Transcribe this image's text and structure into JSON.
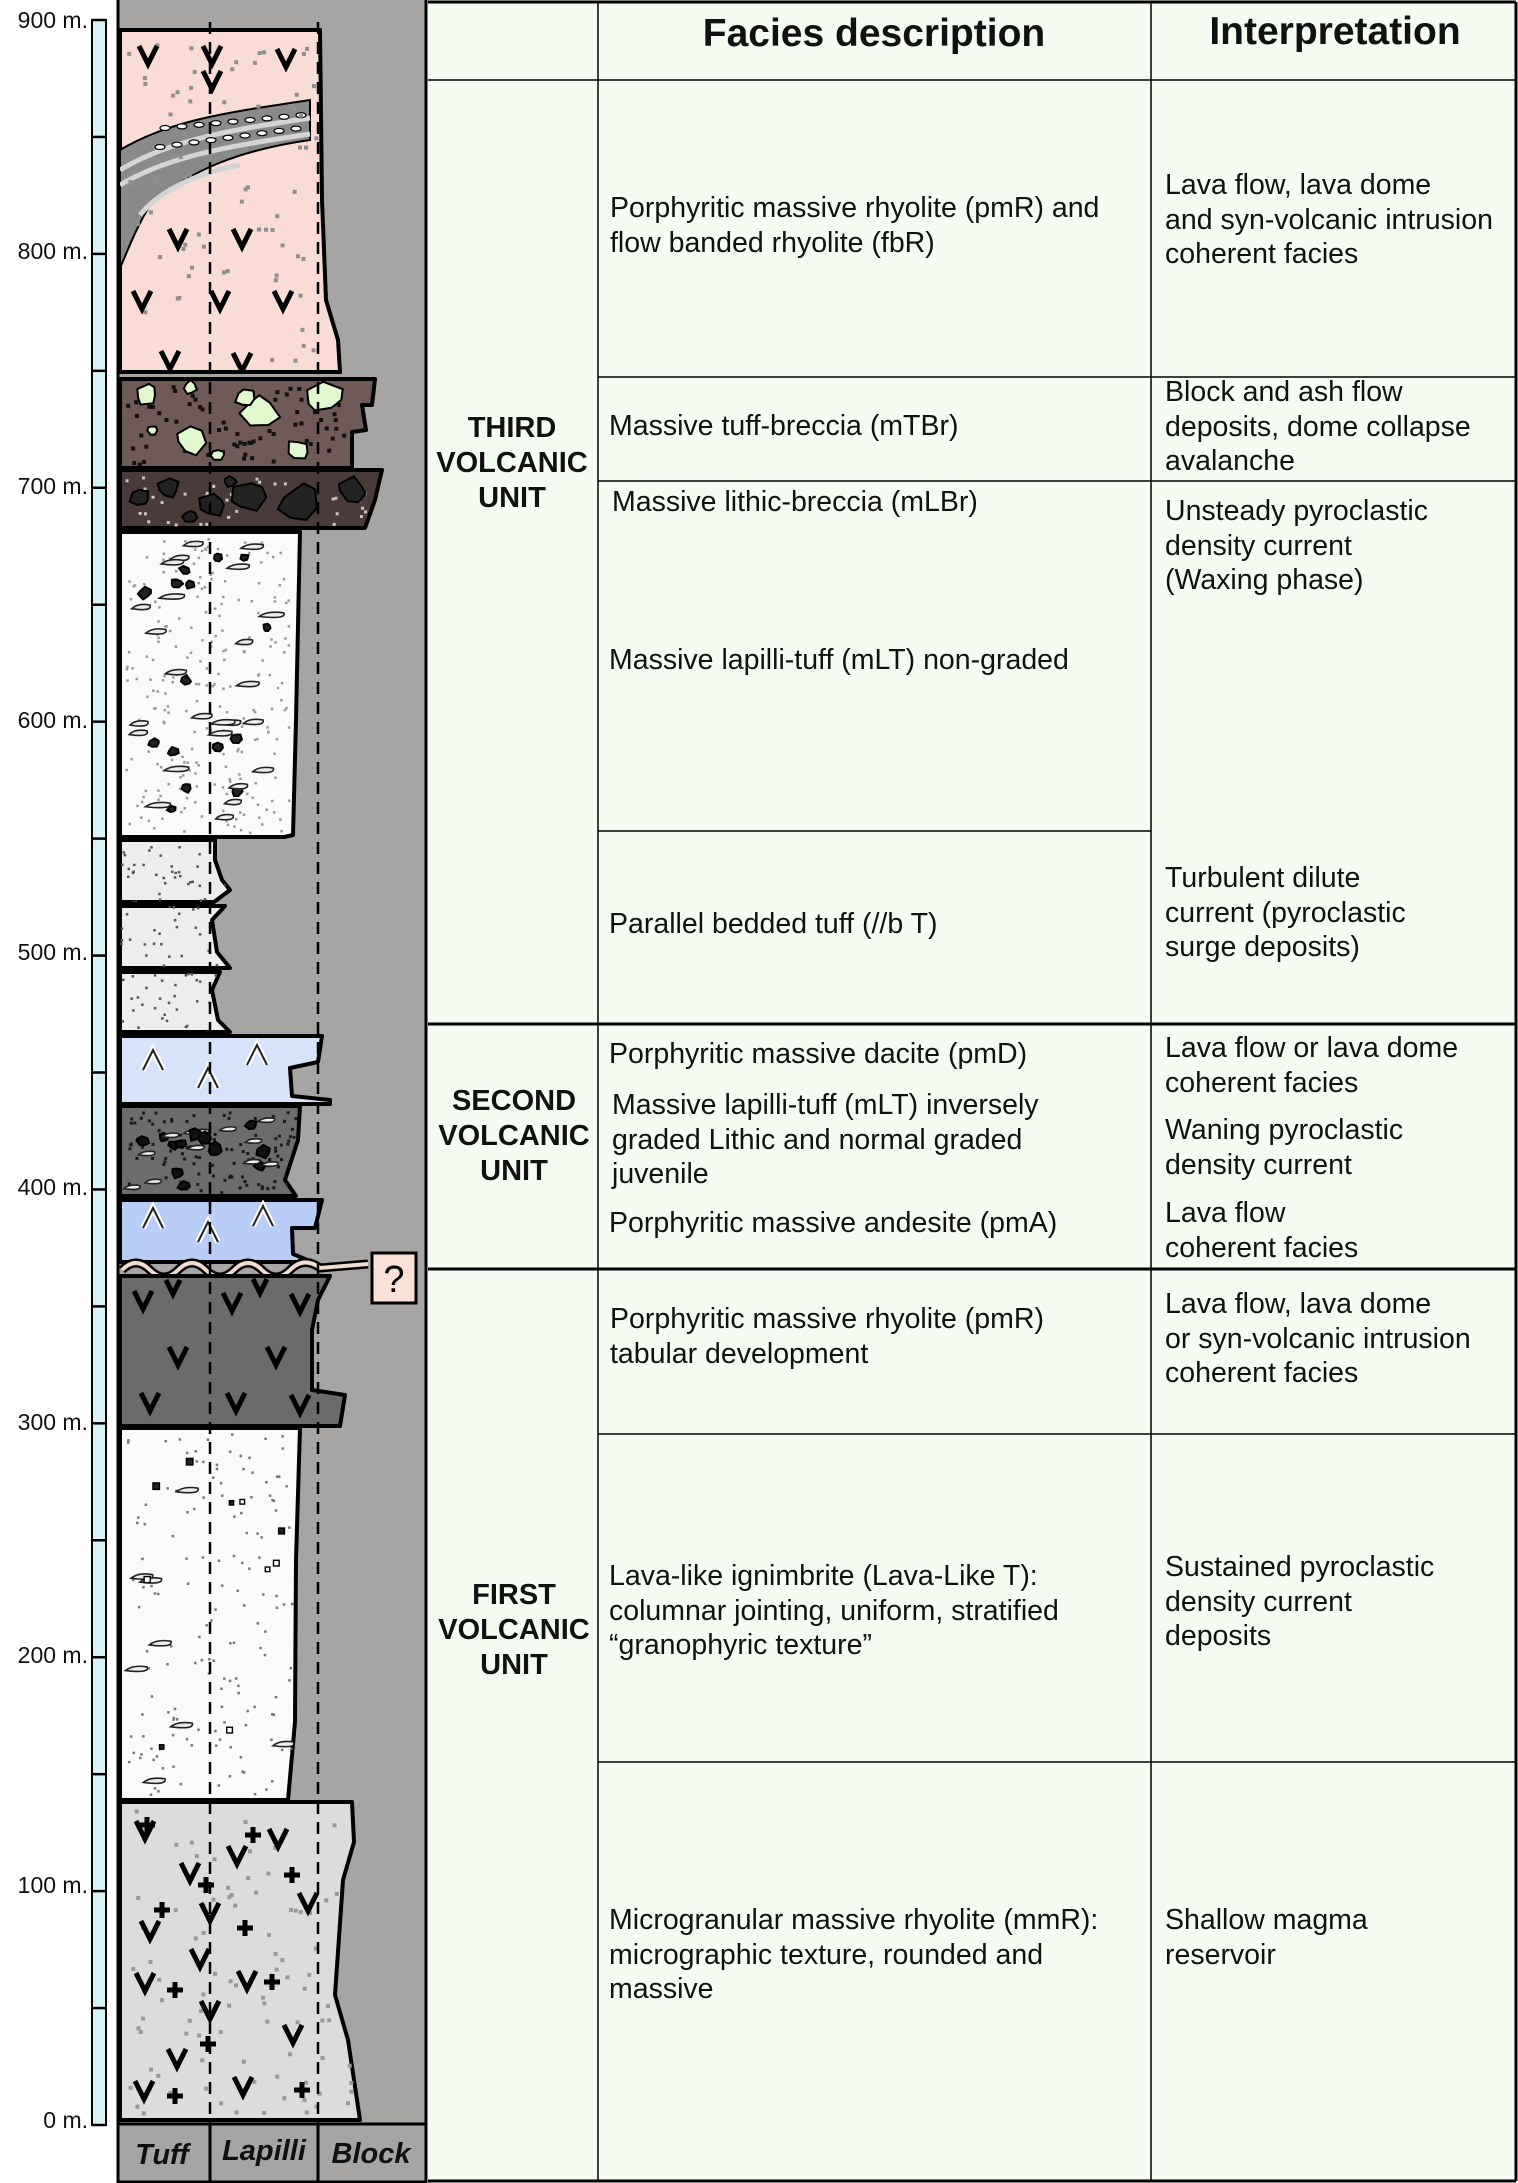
{
  "scale": {
    "ticks": [
      "900 m.",
      "800 m.",
      "700 m.",
      "600 m.",
      "500 m.",
      "400 m.",
      "300 m.",
      "200 m.",
      "100 m.",
      "0 m."
    ]
  },
  "grain_sizes": [
    "Tuff",
    "Lapilli",
    "Block"
  ],
  "unknown_marker": "?",
  "headers": {
    "facies": "Facies description",
    "interpretation": "Interpretation"
  },
  "units": {
    "third": "THIRD\nVOLCANIC\nUNIT",
    "second": "SECOND\nVOLCANIC\nUNIT",
    "first": "FIRST\nVOLCANIC\nUNIT"
  },
  "facies": [
    "Porphyritic massive rhyolite (pmR) and\nflow banded rhyolite (fbR)",
    "Massive tuff-breccia (mTBr)",
    "Massive lithic-breccia (mLBr)",
    "Massive lapilli-tuff (mLT) non-graded",
    "Parallel bedded tuff (//b T)",
    "Porphyritic massive dacite (pmD)",
    "Massive lapilli-tuff (mLT) inversely\ngraded Lithic and normal graded\njuvenile",
    "Porphyritic massive andesite (pmA)",
    "Porphyritic massive rhyolite (pmR)\ntabular development",
    "Lava-like ignimbrite (Lava-Like T):\ncolumnar jointing, uniform, stratified\n“granophyric texture”",
    "Microgranular massive rhyolite (mmR):\nmicrographic texture, rounded and\nmassive"
  ],
  "interpretation": [
    "Lava flow, lava dome\nand syn-volcanic intrusion\ncoherent facies",
    "Block and ash flow\ndeposits, dome collapse\navalanche",
    "Unsteady pyroclastic\ndensity current\n(Waxing phase)",
    "Turbulent dilute\ncurrent (pyroclastic\nsurge deposits)",
    "Lava flow or lava dome\ncoherent facies",
    "Waning pyroclastic\ndensity current",
    "Lava flow\ncoherent facies",
    "Lava flow, lava dome\nor syn-volcanic intrusion\ncoherent facies",
    "Sustained pyroclastic\ndensity current\ndeposits",
    "Shallow magma\nreservoir"
  ],
  "colors": {
    "table_bg": "#f5fdf3",
    "column_bg": "#a7a5a3",
    "rhyolite_top": "#f8dcd5",
    "tuff_breccia": "#6f5a58",
    "breccia_clast": "#e2f9cf",
    "lithic_breccia": "#4a3a39",
    "dacite": "#d7e3fb",
    "andesite": "#b9cef7",
    "lapilli_grey": "#6c6c6c",
    "rhyolite_dark": "#6b6b6b",
    "micro_rhyolite": "#dcdcdc",
    "scale_bar": "#d8f3f6"
  }
}
